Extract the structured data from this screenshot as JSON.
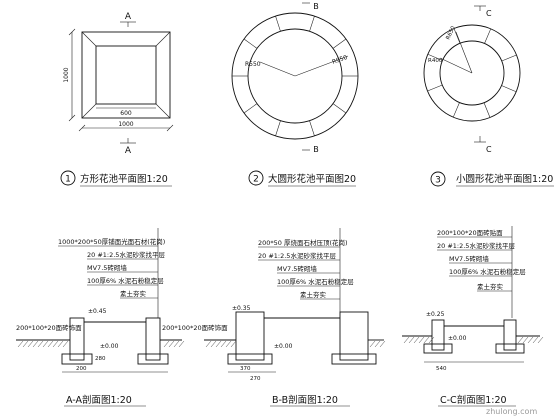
{
  "plans": {
    "square": {
      "section_mark": "A",
      "dim_outer": "1000",
      "dim_inner": "600",
      "dim_bottom": "1000",
      "caption_num": "1",
      "caption": "方形花池平面图1:20"
    },
    "big_circle": {
      "section_mark": "B",
      "radius_inner": "R550",
      "radius_outer": "R950",
      "caption_num": "2",
      "caption": "大圆形花池平面图20"
    },
    "small_circle": {
      "section_mark": "C",
      "radius_inner": "R400",
      "radius_outer": "R650",
      "caption_num": "3",
      "caption": "小圆形花池平面图1:20"
    }
  },
  "sections": {
    "aa": {
      "layers": [
        "1000*200*50厚铺面光面石材(花岗)",
        "20 #1:2.5水泥砂浆找平层",
        "MV7.5砖砌墙",
        "100厚6% 水泥石粉稳定层",
        "素土夯实"
      ],
      "elev_top": "±0.45",
      "elev_ground": "±0.00",
      "paving_note": "200*100*20面砖饰面",
      "dim_bottom": "200",
      "dim_depth": "280",
      "caption": "A-A剖面图1:20"
    },
    "bb": {
      "layers": [
        "200*50 厚烧面石材压顶(花岗)",
        "20 #1:2.5水泥砂浆找平层",
        "MV7.5砖砌墙",
        "100厚6% 水泥石粉稳定层",
        "素土夯实"
      ],
      "elev_top": "±0.35",
      "elev_ground": "±0.00",
      "paving_note": "200*100*20面砖饰面",
      "dim_bottom": "370",
      "dim_depth": "270",
      "caption": "B-B剖面图1:20"
    },
    "cc": {
      "layers": [
        "200*100*20面砖贴面",
        "20 #1:2.5水泥砂浆找平层",
        "MV7.5砖砌墙",
        "100厚6% 水泥石粉稳定层",
        "素土夯实"
      ],
      "elev_top": "±0.25",
      "elev_ground": "±0.00",
      "dim_bottom": "540",
      "caption": "C-C剖面图1:20"
    }
  },
  "watermark": "zhulong.com"
}
